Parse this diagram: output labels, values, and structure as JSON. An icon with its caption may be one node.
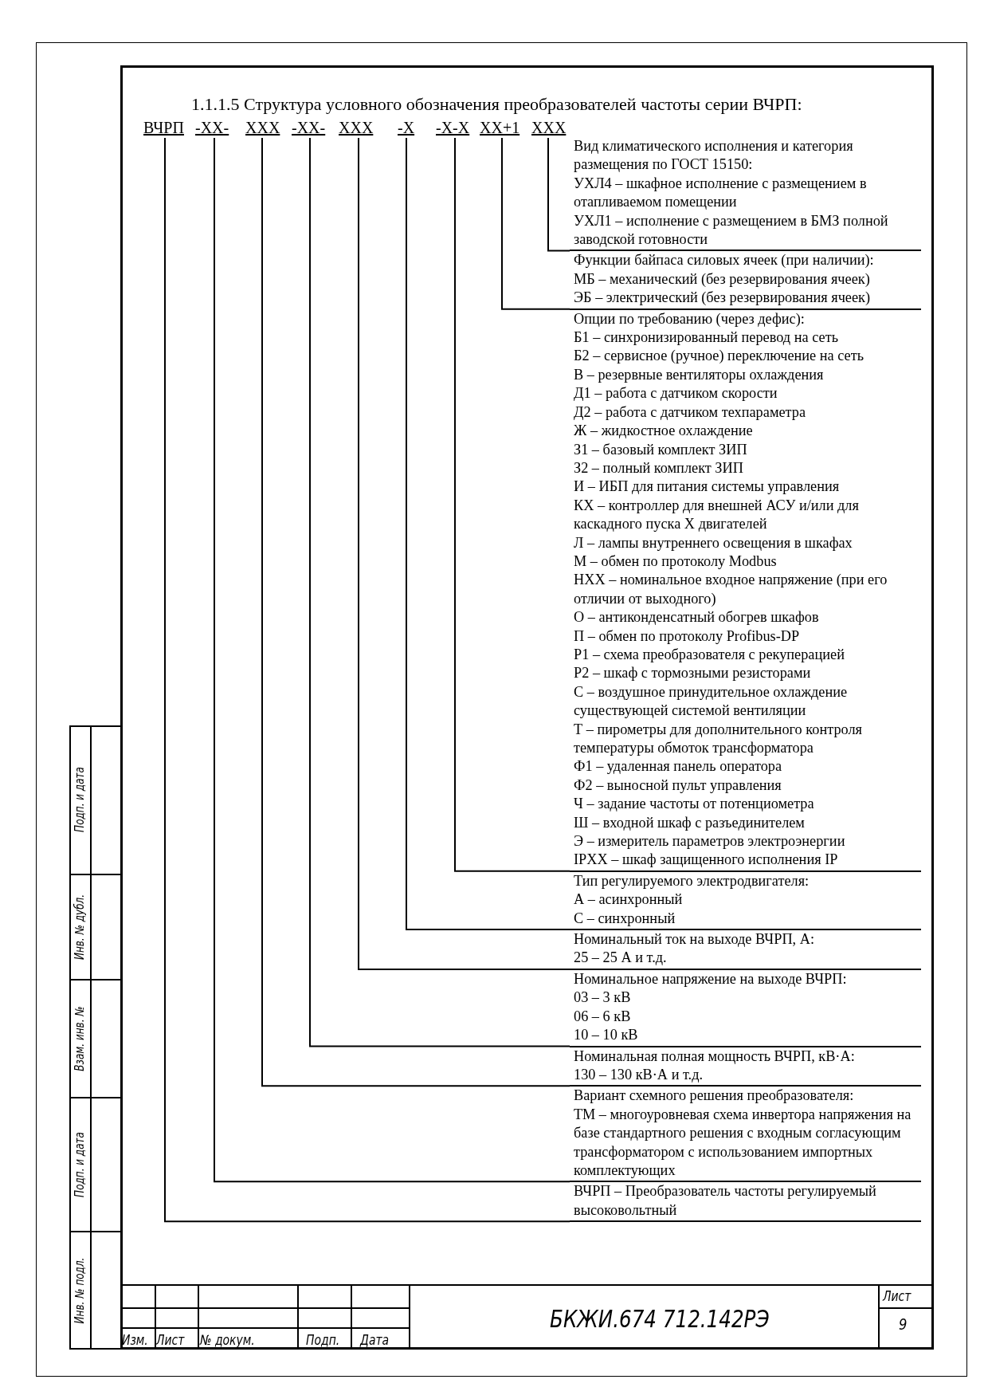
{
  "diagram": {
    "title": "1.1.1.5 Структура условного обозначения преобразователей частоты серии ВЧРП:",
    "nodes": [
      {
        "text": [
          "ВЧРП"
        ]
      },
      {
        "text": [
          "-ХХ-"
        ]
      },
      {
        "text": [
          "ХХХ"
        ]
      },
      {
        "text": [
          "-ХХ-"
        ]
      },
      {
        "text": [
          "ХХХ"
        ]
      },
      {
        "text": [
          "-Х"
        ]
      },
      {
        "text": [
          "-Х-Х"
        ]
      },
      {
        "text": [
          "ХХ+1"
        ]
      },
      {
        "text": [
          "ХХХ"
        ]
      },
      {
        "text": [
          "Вид климатического исполнения и категория размещения по ГОСТ 15150:",
          "УХЛ4 – шкафное исполнение с размещением в отапливаемом помещении",
          "УХЛ1 – исполнение с размещением в БМЗ полной заводской готовности"
        ]
      },
      {
        "text": [
          "Функции байпаса силовых ячеек (при наличии):",
          "МБ – механический (без резервирования ячеек)",
          "ЭБ – электрический (без резервирования ячеек)"
        ]
      },
      {
        "text": [
          "Опции по требованию (через дефис):",
          "Б1 – синхронизированный перевод на сеть",
          "Б2 – сервисное (ручное) переключение на сеть",
          "В – резервные вентиляторы охлаждения",
          "Д1 – работа с датчиком скорости",
          "Д2 – работа с датчиком техпараметра",
          "Ж – жидкостное охлаждение",
          "З1 – базовый комплект ЗИП",
          "З2 – полный комплект ЗИП",
          "И – ИБП для питания системы управления",
          "КХ – контроллер для внешней АСУ и/или для каскадного пуска Х двигателей",
          "Л – лампы внутреннего освещения в шкафах",
          "М – обмен по протоколу Modbus",
          "НХХ – номинальное входное напряжение (при его отличии от выходного)",
          "О – антиконденсатный обогрев шкафов",
          "П – обмен по протоколу Profibus-DP",
          "Р1 – схема преобразователя с рекуперацией",
          "Р2 – шкаф с тормозными резисторами",
          "С – воздушное принудительное охлаждение существующей системой вентиляции",
          "Т – пирометры для дополнительного контроля температуры обмоток трансформатора",
          "Ф1 – удаленная панель оператора",
          "Ф2 – выносной пульт управления",
          "Ч – задание частоты от потенциометра",
          "Ш – входной шкаф с разъединителем",
          "Э – измеритель параметров электроэнергии",
          "IPXX – шкаф защищенного исполнения IP"
        ]
      },
      {
        "text": [
          "Тип регулируемого электродвигателя:",
          "А – асинхронный",
          "С – синхронный"
        ]
      },
      {
        "text": [
          "Номинальный ток на выходе ВЧРП, А:",
          "25 – 25 А и т.д."
        ]
      },
      {
        "text": [
          "Номинальное напряжение на выходе ВЧРП:",
          "03 – 3 кВ",
          "06 – 6 кВ",
          "10 – 10 кВ"
        ]
      },
      {
        "text": [
          "Номинальная полная мощность ВЧРП, кВ·А:",
          "130 – 130 кВ·А и т.д."
        ]
      },
      {
        "text": [
          "Вариант схемного решения преобразователя:",
          "ТМ – многоуровневая схема инвертора напряжения на базе стандартного решения с входным согласующим трансформатором с использованием импортных комплектующих"
        ]
      },
      {
        "text": [
          "ВЧРП – Преобразователь частоты регулируемый высоковольтный"
        ]
      }
    ],
    "edges": [
      {
        "from": 8,
        "to": 9,
        "arrow": "none"
      },
      {
        "from": 7,
        "to": 10,
        "arrow": "none"
      },
      {
        "from": 6,
        "to": 11,
        "arrow": "none"
      },
      {
        "from": 5,
        "to": 12,
        "arrow": "none"
      },
      {
        "from": 4,
        "to": 13,
        "arrow": "none"
      },
      {
        "from": 3,
        "to": 14,
        "arrow": "none"
      },
      {
        "from": 2,
        "to": 15,
        "arrow": "none"
      },
      {
        "from": 1,
        "to": 16,
        "arrow": "none"
      },
      {
        "from": 0,
        "to": 17,
        "arrow": "none"
      }
    ],
    "labels": [
      "Подп. и дата",
      "Инв. № дубл.",
      "Взам. инв. №",
      "Подп. и дата",
      "Инв. № подл.",
      "Лист",
      "БКЖИ.674 712.142РЭ",
      "9",
      "Изм.",
      "Лист",
      "№ докум.",
      "Подп.",
      "Дата"
    ]
  }
}
